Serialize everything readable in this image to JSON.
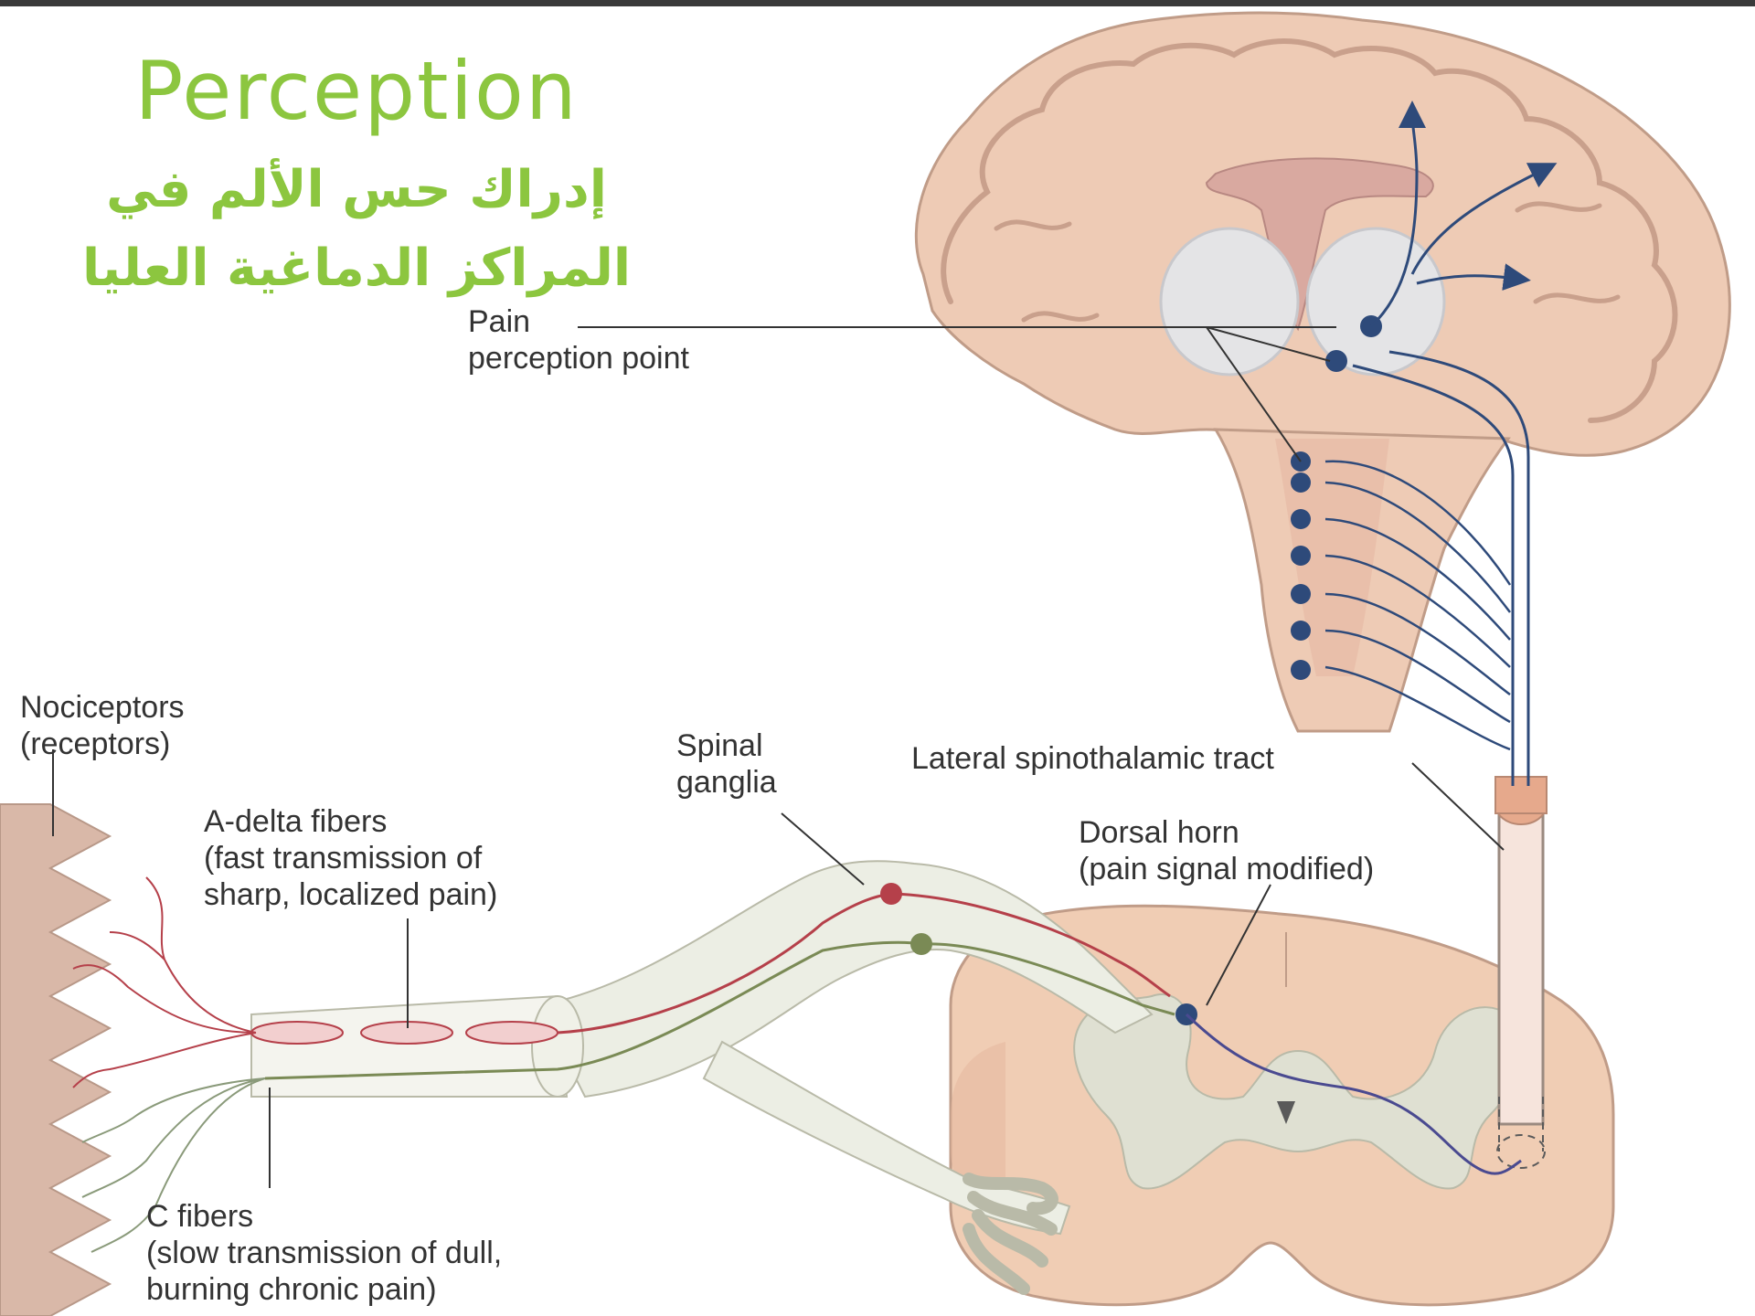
{
  "title": {
    "english": "Perception",
    "arabic_line1": "إدراك حس الألم في",
    "arabic_line2": "المراكز الدماغية العليا"
  },
  "labels": {
    "pain_point_line1": "Pain",
    "pain_point_line2": "perception point",
    "nociceptors_line1": "Nociceptors",
    "nociceptors_line2": "(receptors)",
    "spinal_ganglia_line1": "Spinal",
    "spinal_ganglia_line2": "ganglia",
    "lateral_tract": "Lateral spinothalamic tract",
    "a_delta_line1": "A-delta fibers",
    "a_delta_line2": "(fast transmission of",
    "a_delta_line3": "sharp, localized pain)",
    "dorsal_horn_line1": "Dorsal horn",
    "dorsal_horn_line2": "(pain signal modified)",
    "c_fibers_line1": "C fibers",
    "c_fibers_line2": "(slow transmission of dull,",
    "c_fibers_line3": "burning chronic pain)"
  },
  "colors": {
    "title": "#8cc63f",
    "brain": "#eecbb5",
    "neuron_blue": "#2e4a7a",
    "a_delta_red": "#b5404a",
    "c_fiber_green": "#7a8a55",
    "cord_tissue": "#f0cdb4",
    "grey_matter": "#dfe0d2"
  }
}
